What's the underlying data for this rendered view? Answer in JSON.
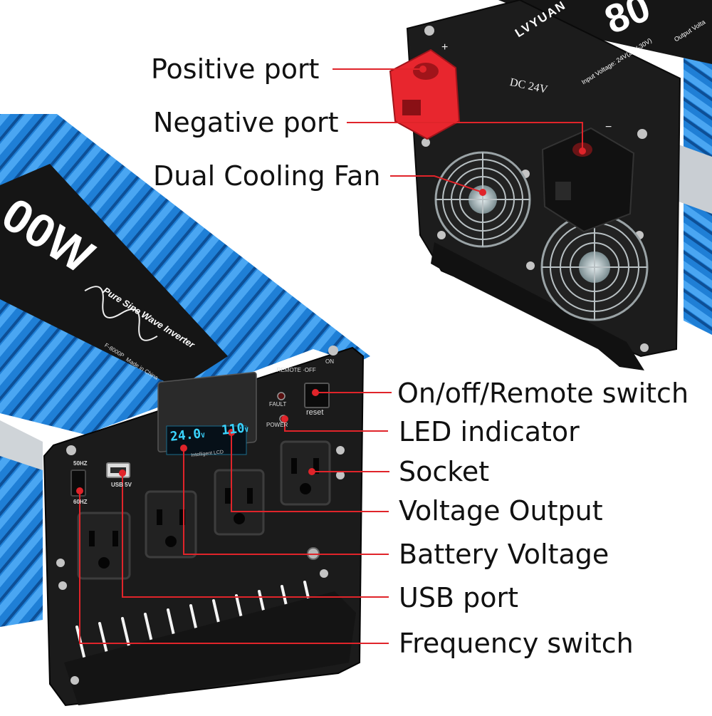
{
  "product": {
    "brand": "LVYUAN",
    "power_top": "80",
    "power_left": "00W",
    "subtitle": "Pure Sine Wave Inverter",
    "model": "F-8000P",
    "origin": "Made in China",
    "dc_label": "DC 24V",
    "input_voltage_text": "Input Voltage: 24V(20V-30V)",
    "output_voltage_text": "Output Volta",
    "positive_symbol": "+",
    "negative_symbol": "−"
  },
  "front_panel": {
    "remote_label": "·REMOTE ·OFF",
    "on_label": "ON",
    "fault_label": "FAULT",
    "power_label": "POWER",
    "reset_label": "reset",
    "hz50_label": "50HZ",
    "hz60_label": "60HZ",
    "usb_label": "USB 5V",
    "lcd": {
      "battery_voltage": "24.0",
      "battery_unit": "V",
      "output_voltage": "110",
      "output_unit": "V",
      "caption": "Intelligent LCD"
    }
  },
  "callouts": {
    "positive_port": "Positive port",
    "negative_port": "Negative port",
    "dual_cooling_fan": "Dual Cooling Fan",
    "on_off_remote_switch": "On/off/Remote switch",
    "led_indicator": "LED indicator",
    "socket": "Socket",
    "voltage_output": "Voltage Output",
    "battery_voltage": "Battery Voltage",
    "usb_port": "USB port",
    "frequency_switch": "Frequency switch"
  },
  "colors": {
    "leader_line": "#e0242a",
    "housing_blue": "#1f7fd6",
    "panel_black": "#1a1a1a",
    "positive_terminal": "#e8262e",
    "lcd_cyan": "#3ad4ff"
  }
}
